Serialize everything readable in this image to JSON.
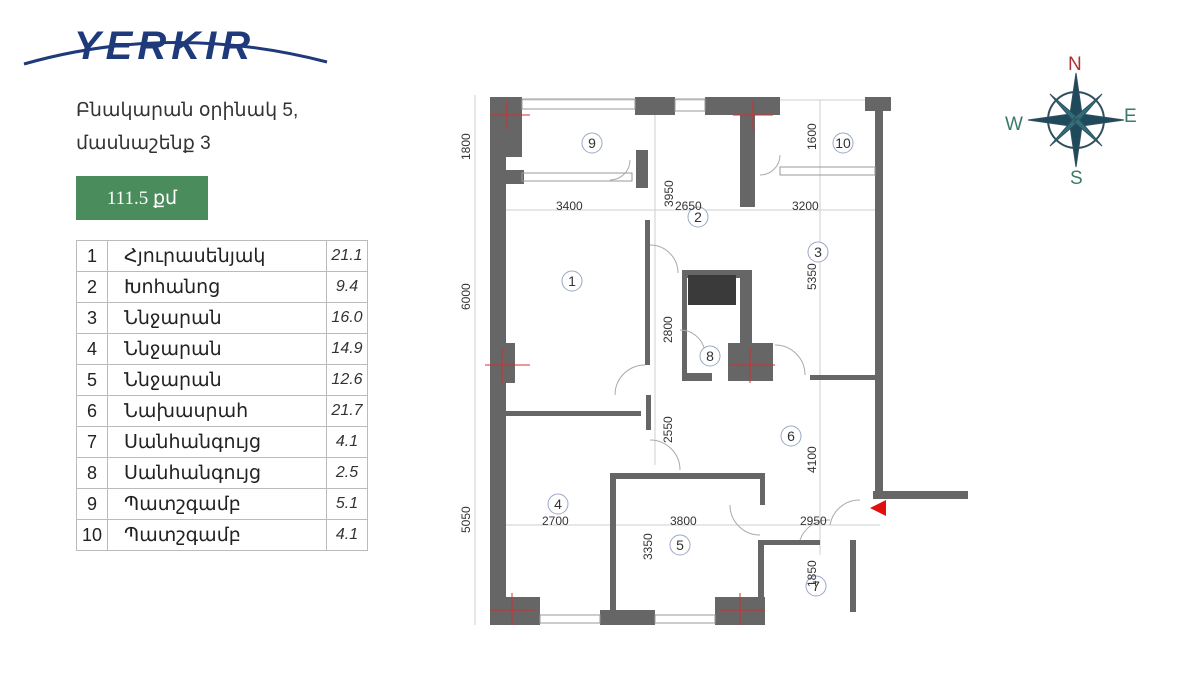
{
  "logo": {
    "text": "YERKIR"
  },
  "heading": {
    "line1": "Բնակարան օրինակ 5,",
    "line2": "մասնաշենք 3"
  },
  "total_area": "111.5 քմ",
  "rooms": [
    {
      "num": "1",
      "name": "Հյուրասենյակ",
      "area": "21.1"
    },
    {
      "num": "2",
      "name": "Խոհանոց",
      "area": "9.4"
    },
    {
      "num": "3",
      "name": "Ննջարան",
      "area": "16.0"
    },
    {
      "num": "4",
      "name": "Ննջարան",
      "area": "14.9"
    },
    {
      "num": "5",
      "name": "Ննջարան",
      "area": "12.6"
    },
    {
      "num": "6",
      "name": "Նախասրահ",
      "area": "21.7"
    },
    {
      "num": "7",
      "name": "Սանհանգույց",
      "area": "4.1"
    },
    {
      "num": "8",
      "name": "Սանհանգույց",
      "area": "2.5"
    },
    {
      "num": "9",
      "name": "Պատշգամբ",
      "area": "5.1"
    },
    {
      "num": "10",
      "name": "Պատշգամբ",
      "area": "4.1"
    }
  ],
  "plan": {
    "room_labels": [
      "1",
      "2",
      "3",
      "4",
      "5",
      "6",
      "7",
      "8",
      "9",
      "10"
    ],
    "dimensions": [
      "1800",
      "6000",
      "5050",
      "3400",
      "3950",
      "2650",
      "1600",
      "3200",
      "5350",
      "2800",
      "2550",
      "4100",
      "2700",
      "3800",
      "2950",
      "3350",
      "1850"
    ]
  },
  "compass": {
    "n": "N",
    "s": "S",
    "e": "E",
    "w": "W",
    "colors": {
      "n": "#b03030",
      "other": "#3a7a6a"
    }
  }
}
